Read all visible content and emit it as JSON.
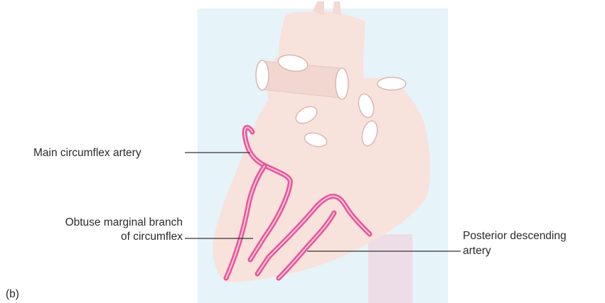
{
  "figure": {
    "panel_label": "(b)",
    "labels": {
      "main_circumflex": "Main circumflex artery",
      "obtuse_marginal_line1": "Obtuse marginal branch",
      "obtuse_marginal_line2": "of circumflex",
      "posterior_descending_line1": "Posterior descending",
      "posterior_descending_line2": "artery"
    }
  },
  "colors": {
    "panel_background": "#e6f3f8",
    "heart_fill": "#f8e2dc",
    "vein_fill": "#ecdde6",
    "artery": "#e8559a",
    "artery_highlight": "#f9c7dc",
    "vessel_opening": "#ffffff",
    "leader_line": "#333333"
  }
}
